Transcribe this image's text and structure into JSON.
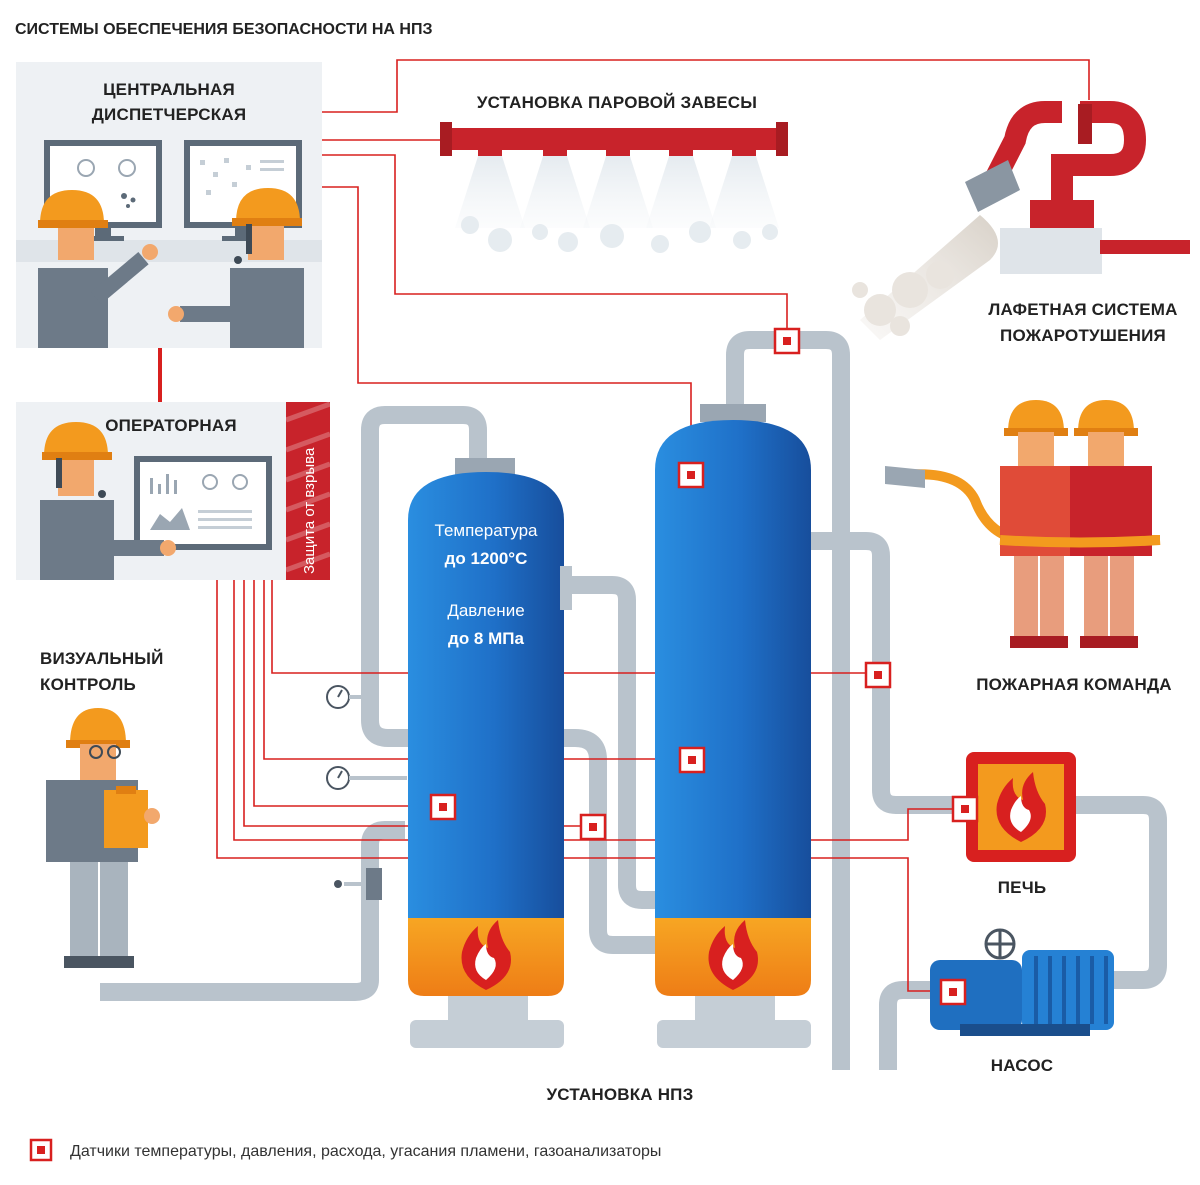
{
  "title": "СИСТЕМЫ ОБЕСПЕЧЕНИЯ БЕЗОПАСНОСТИ НА НПЗ",
  "labels": {
    "dispatch_line1": "ЦЕНТРАЛЬНАЯ",
    "dispatch_line2": "ДИСПЕТЧЕРСКАЯ",
    "operator_room": "ОПЕРАТОРНАЯ",
    "explosion_protection": "Защита от взрыва",
    "visual_line1": "ВИЗУАЛЬНЫЙ",
    "visual_line2": "КОНТРОЛЬ",
    "steam_curtain": "УСТАНОВКА ПАРОВОЙ ЗАВЕСЫ",
    "monitor_line1": "ЛАФЕТНАЯ СИСТЕМА",
    "monitor_line2": "ПОЖАРОТУШЕНИЯ",
    "fire_team": "ПОЖАРНАЯ КОМАНДА",
    "furnace": "ПЕЧЬ",
    "pump": "НАСОС",
    "refinery_unit": "УСТАНОВКА НПЗ"
  },
  "tank_info": {
    "temp_label": "Температура",
    "temp_value": "до 1200°С",
    "pressure_label": "Давление",
    "pressure_value": "до 8 МПа"
  },
  "legend": {
    "text": "Датчики температуры, давления, расхода, угасания пламени, газоанализаторы"
  },
  "colors": {
    "sensor_red": "#d8201f",
    "tank_blue": "#1d6bc0",
    "fire_orange": "#f08a1a",
    "pipe_gray": "#b7c1cb",
    "helmet_orange": "#f39a1e",
    "panel_bg": "#eef1f4"
  }
}
